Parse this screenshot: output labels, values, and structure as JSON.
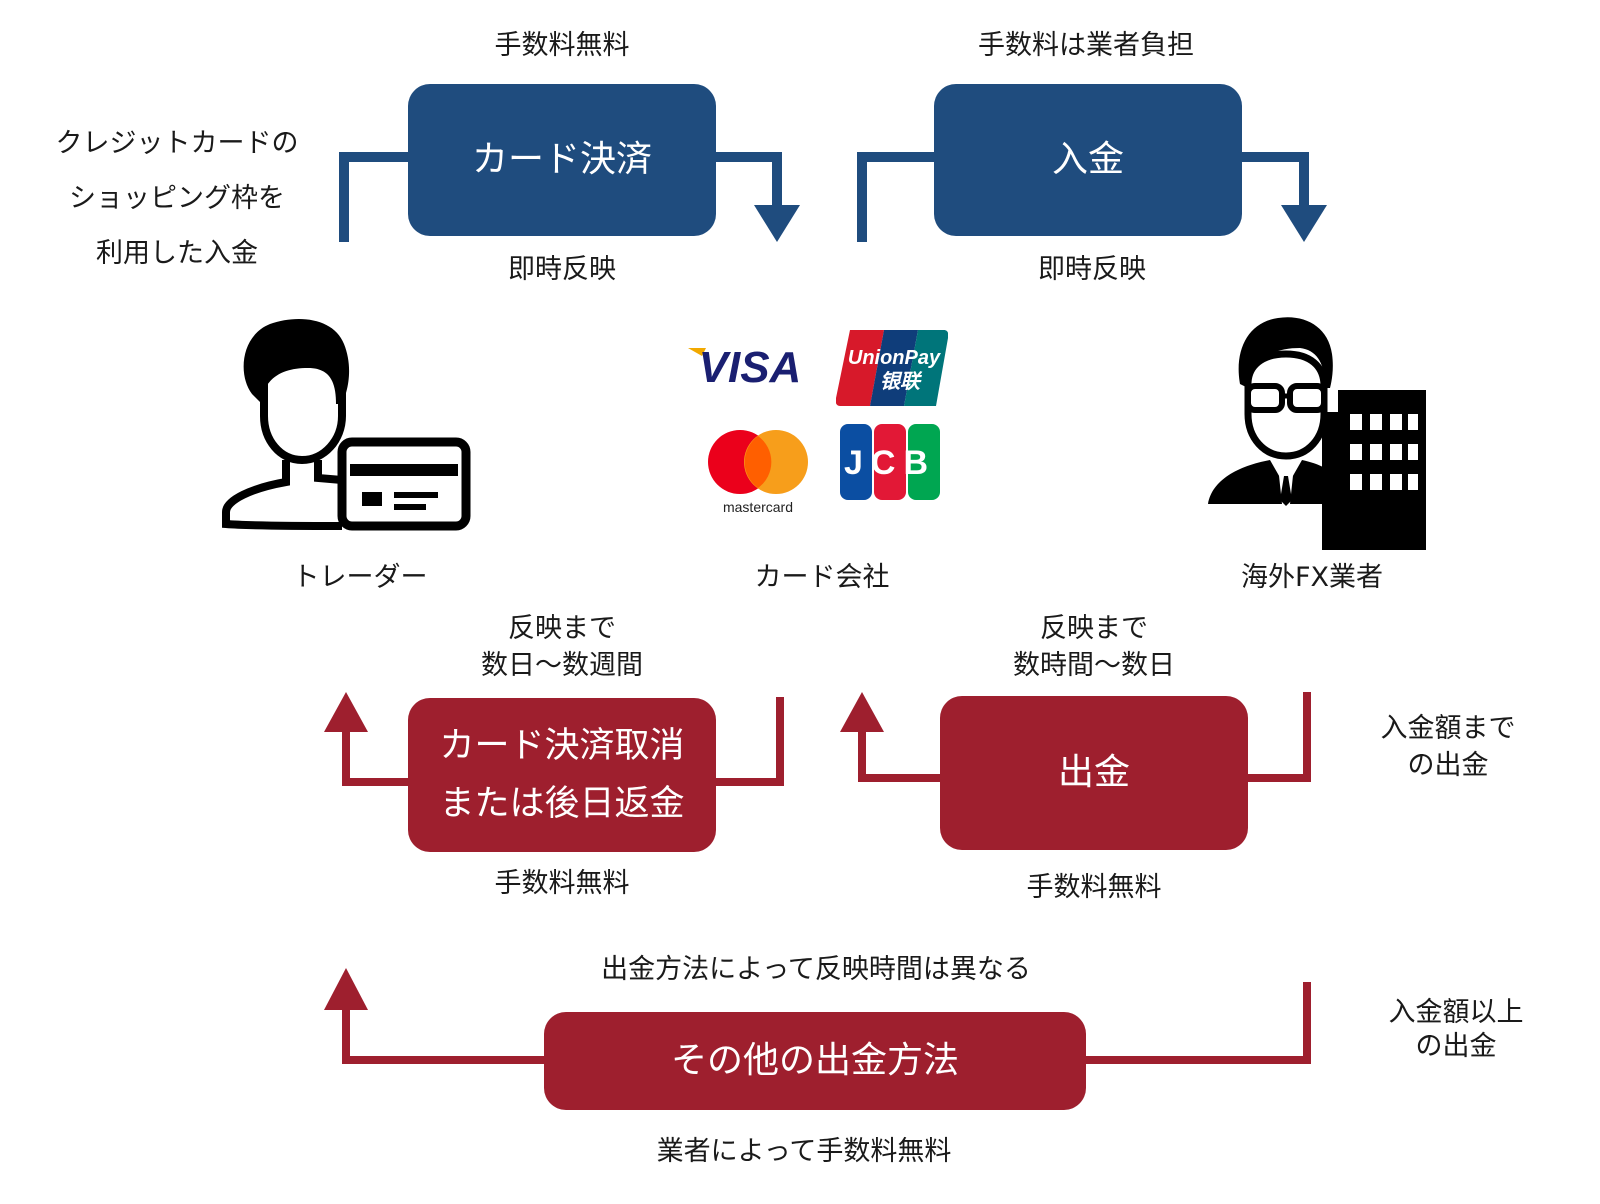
{
  "top_left": {
    "note_lines": [
      "クレジットカードの",
      "ショッピング枠を",
      "利用した入金"
    ],
    "fee": "手数料無料",
    "box": "カード決済",
    "timing": "即時反映"
  },
  "top_right": {
    "fee": "手数料は業者負担",
    "box": "入金",
    "timing": "即時反映"
  },
  "actors": {
    "trader": "トレーダー",
    "card_company": "カード会社",
    "broker": "海外FX業者"
  },
  "logos": {
    "visa": "VISA",
    "unionpay_en": "UnionPay",
    "unionpay_cn": "银联",
    "mastercard": "mastercard",
    "jcb": "JCB"
  },
  "mid_left": {
    "timing_lines": [
      "反映まで",
      "数日〜数週間"
    ],
    "box_lines": [
      "カード決済取消",
      "または後日返金"
    ],
    "fee": "手数料無料"
  },
  "mid_right": {
    "timing_lines": [
      "反映まで",
      "数時間〜数日"
    ],
    "box": "出金",
    "fee": "手数料無料",
    "note_lines": [
      "入金額まで",
      "の出金"
    ]
  },
  "bottom": {
    "timing": "出金方法によって反映時間は異なる",
    "box": "その他の出金方法",
    "fee": "業者によって手数料無料",
    "note_lines": [
      "入金額以上",
      "の出金"
    ]
  },
  "colors": {
    "blue": "#1f4c7e",
    "red": "#9e1f2e"
  }
}
